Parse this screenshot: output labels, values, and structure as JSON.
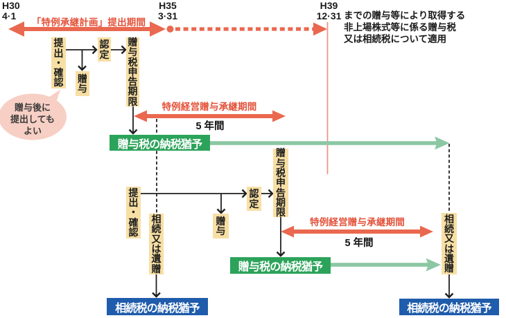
{
  "colors": {
    "salmon_arrow": "#e9684f",
    "salmon_line": "#f19180",
    "red_label": "#e4523a",
    "green_box": "#2ca35a",
    "green_arrow": "#8cc7a3",
    "blue_box": "#1f5cab",
    "cream_box": "#f7dfa4",
    "pink_bubble": "#f7cfc4",
    "ink": "#1a1a1a"
  },
  "timeline": {
    "h30": {
      "era": "H30",
      "date": "4·1"
    },
    "h35": {
      "era": "H35",
      "date": "3·31"
    },
    "h39": {
      "era": "H39",
      "date": "12·31"
    },
    "plan_period_label": "「特例承継計画」提出期間",
    "note_line1": "までの贈与等により取得する",
    "note_line2": "非上場株式等に係る贈与税",
    "note_line3": "又は相続税について適用"
  },
  "bubble": {
    "line1": "贈与後に",
    "line2": "提出しても",
    "line3": "よい"
  },
  "flow1": {
    "submit_confirm": "提出・確認",
    "certification": "認定",
    "gift": "贈与",
    "gift_tax_filing_deadline": "贈与税申告期限",
    "succession_period_label": "特例経営贈与承継期間",
    "five_years": "5 年間",
    "gift_tax_deferral": "贈与税の納税猶予",
    "inheritance_or_bequest": "相続又は遺贈",
    "inheritance_tax_deferral": "相続税の納税猶予"
  },
  "flow2": {
    "submit_confirm": "提出・確認",
    "certification": "認定",
    "gift": "贈与",
    "gift_tax_filing_deadline": "贈与税申告期限",
    "succession_period_label": "特例経営贈与承継期間",
    "five_years": "5 年間",
    "gift_tax_deferral": "贈与税の納税猶予",
    "inheritance_or_bequest": "相続又は遺贈",
    "inheritance_tax_deferral": "相続税の納税猶予"
  }
}
